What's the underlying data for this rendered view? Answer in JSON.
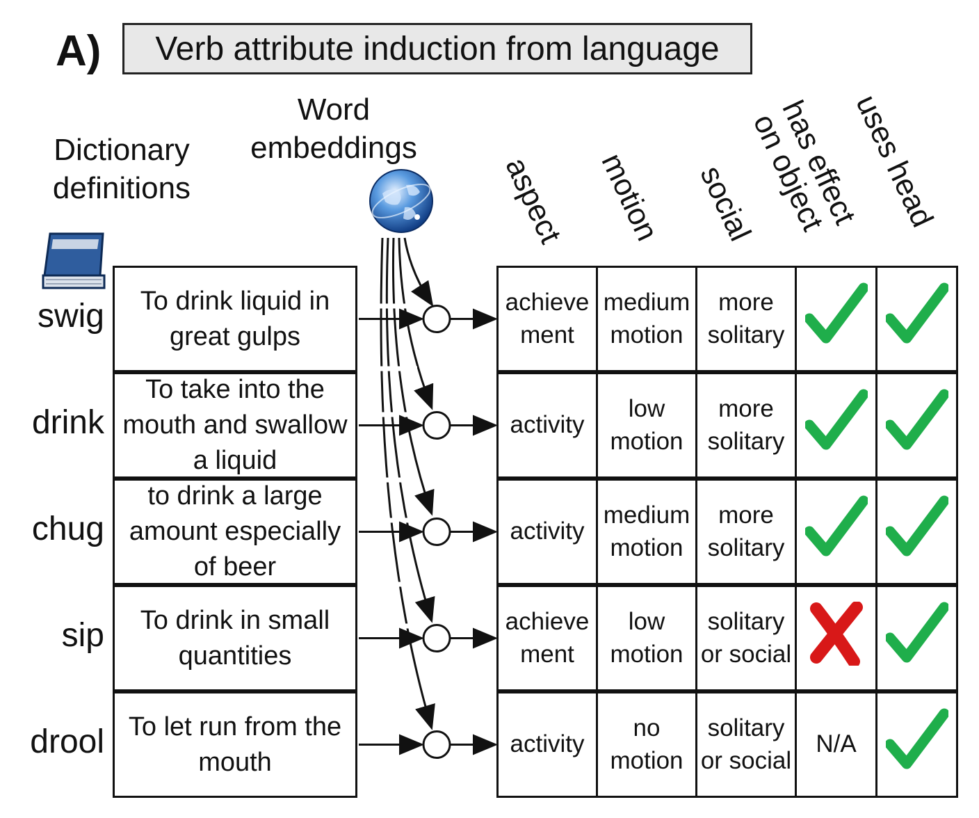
{
  "panel_label": "A)",
  "title": "Verb attribute induction from language",
  "sources": {
    "dictionary_label": "Dictionary definitions",
    "dictionary_icon": "book-icon",
    "embeddings_label": "Word embeddings",
    "embeddings_icon": "globe-icon"
  },
  "attribute_headers": [
    "aspect",
    "motion",
    "social",
    "has effect on object",
    "uses head"
  ],
  "rows": [
    {
      "verb": "swig",
      "definition": "To drink liquid in great gulps",
      "aspect": "achieve ment",
      "motion": "medium motion",
      "social": "more solitary",
      "effect": "check",
      "head": "check"
    },
    {
      "verb": "drink",
      "definition": "To take into the mouth and swallow a liquid",
      "aspect": "activity",
      "motion": "low motion",
      "social": "more solitary",
      "effect": "check",
      "head": "check"
    },
    {
      "verb": "chug",
      "definition": "to drink a large amount especially of beer",
      "aspect": "activity",
      "motion": "medium motion",
      "social": "more solitary",
      "effect": "check",
      "head": "check"
    },
    {
      "verb": "sip",
      "definition": "To drink in small quantities",
      "aspect": "achieve ment",
      "motion": "low motion",
      "social": "solitary or social",
      "effect": "cross",
      "head": "check"
    },
    {
      "verb": "drool",
      "definition": "To let run from the mouth",
      "aspect": "activity",
      "motion": "no motion",
      "social": "solitary or social",
      "effect": "N/A",
      "head": "check"
    }
  ],
  "colors": {
    "check": "#1fae4b",
    "cross": "#d81818",
    "book": "#2f5d9e",
    "globe": "#3b7fd0",
    "title_bg": "#e8e8e8"
  }
}
